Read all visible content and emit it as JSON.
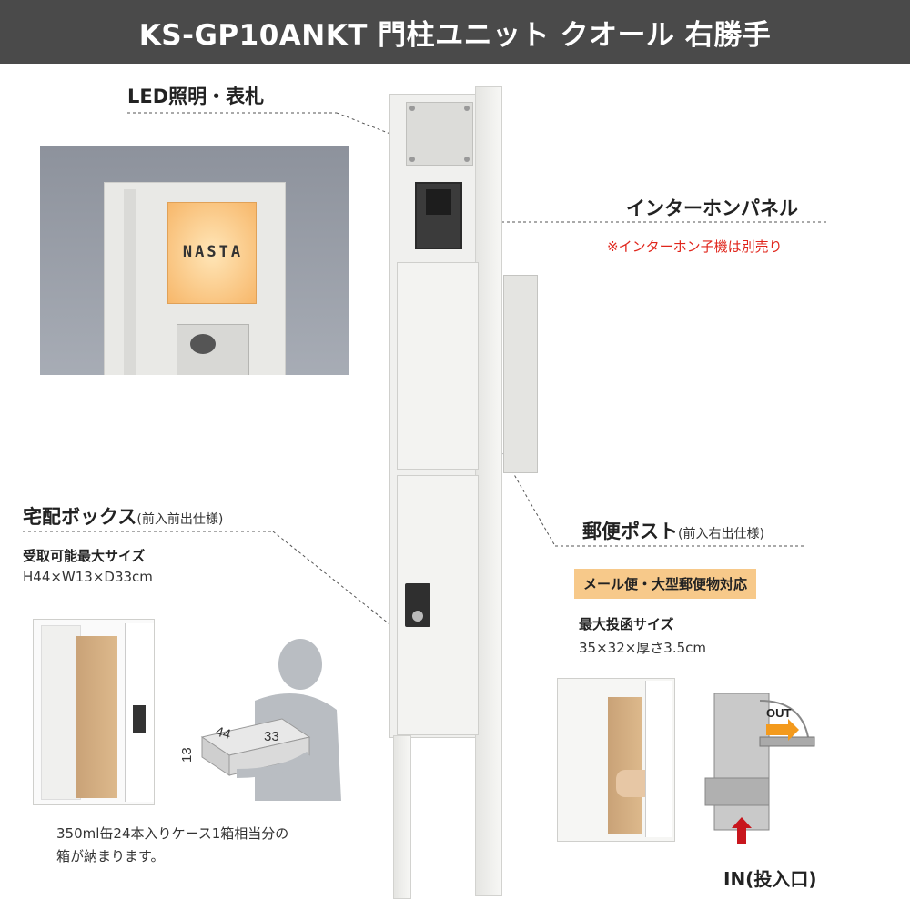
{
  "header": {
    "title": "KS-GP10ANKT 門柱ユニット クオール 右勝手"
  },
  "led": {
    "label": "LED照明・表札"
  },
  "nameplate": {
    "text": "NASTA"
  },
  "intercom": {
    "label": "インターホンパネル",
    "note": "※インターホン子機は別売り"
  },
  "delivery_box": {
    "title": "宅配ボックス",
    "title_sub": "(前入前出仕様)",
    "size_label": "受取可能最大サイズ",
    "size_value": "H44×W13×D33cm",
    "caption_line1": "350ml缶24本入りケース1箱相当分の",
    "caption_line2": "箱が納まります。",
    "dims": {
      "height": "13",
      "width": "44",
      "depth": "33"
    }
  },
  "mail_post": {
    "title": "郵便ポスト",
    "title_sub": "(前入右出仕様)",
    "badge": "メール便・大型郵便物対応",
    "size_label": "最大投函サイズ",
    "size_value": "35×32×厚さ3.5cm",
    "out_label": "OUT",
    "in_label": "IN(投入口)"
  },
  "colors": {
    "header_bg": "#4a4a4a",
    "badge_bg": "#f7c98a",
    "note_red": "#e0251b",
    "arrow_orange": "#f39a1d",
    "arrow_red": "#c8161d",
    "unit_body": "#eeeeec"
  }
}
